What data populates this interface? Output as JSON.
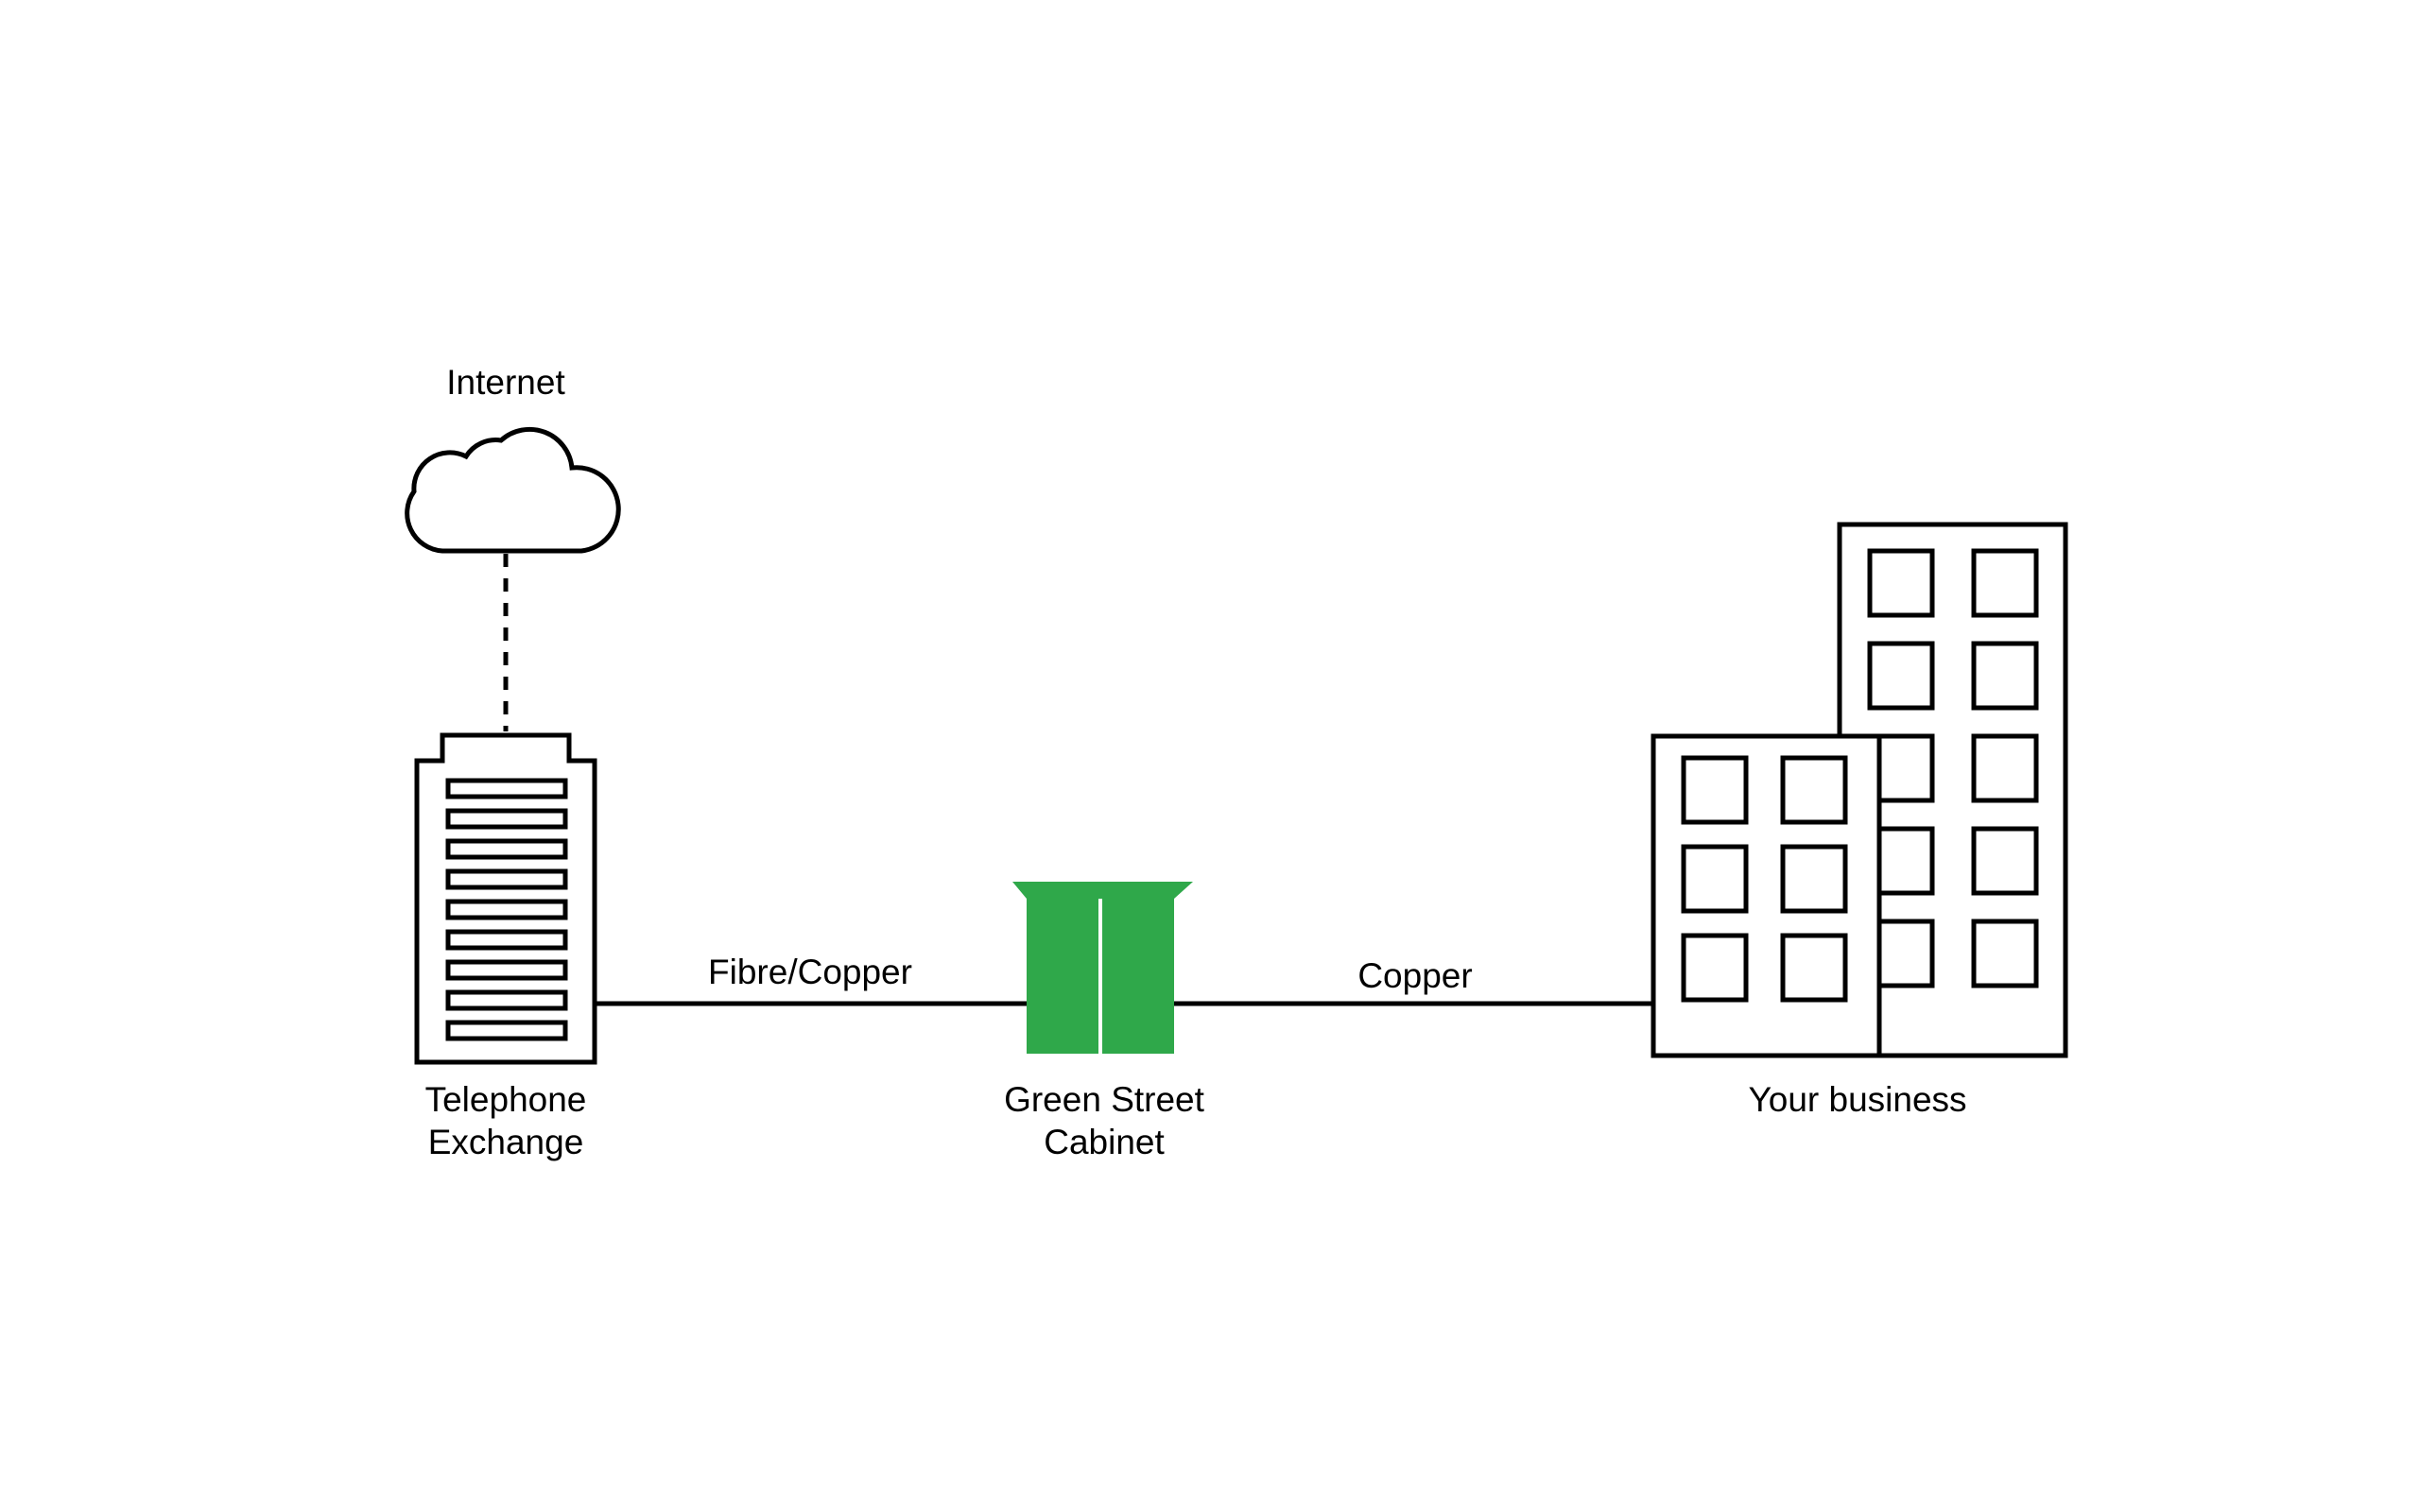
{
  "labels": {
    "internet": "Internet",
    "exchange_line1": "Telephone",
    "exchange_line2": "Exchange",
    "cabinet_line1": "Green Street",
    "cabinet_line2": "Cabinet",
    "business": "Your business",
    "link_exchange_cabinet": "Fibre/Copper",
    "link_cabinet_business": "Copper"
  },
  "colors": {
    "stroke": "#000000",
    "cabinet": "#2fa84a",
    "background": "#ffffff"
  },
  "icons": {
    "internet": "cloud-icon",
    "exchange": "exchange-building-icon",
    "cabinet": "street-cabinet-icon",
    "business": "office-buildings-icon"
  }
}
